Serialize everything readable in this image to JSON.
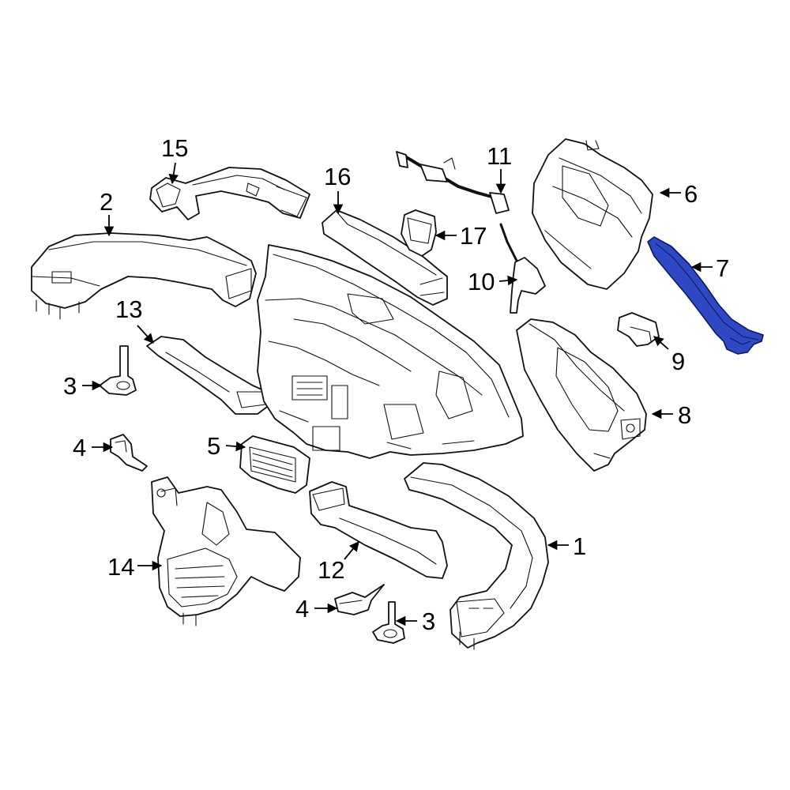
{
  "highlight_color": "#2f49c4",
  "callouts": {
    "c1": "1",
    "c2": "2",
    "c3a": "3",
    "c3b": "3",
    "c4a": "4",
    "c4b": "4",
    "c5": "5",
    "c6": "6",
    "c7": "7",
    "c8": "8",
    "c9": "9",
    "c10": "10",
    "c11": "11",
    "c12": "12",
    "c13": "13",
    "c14": "14",
    "c15": "15",
    "c16": "16",
    "c17": "17"
  },
  "highlighted_part": "7"
}
